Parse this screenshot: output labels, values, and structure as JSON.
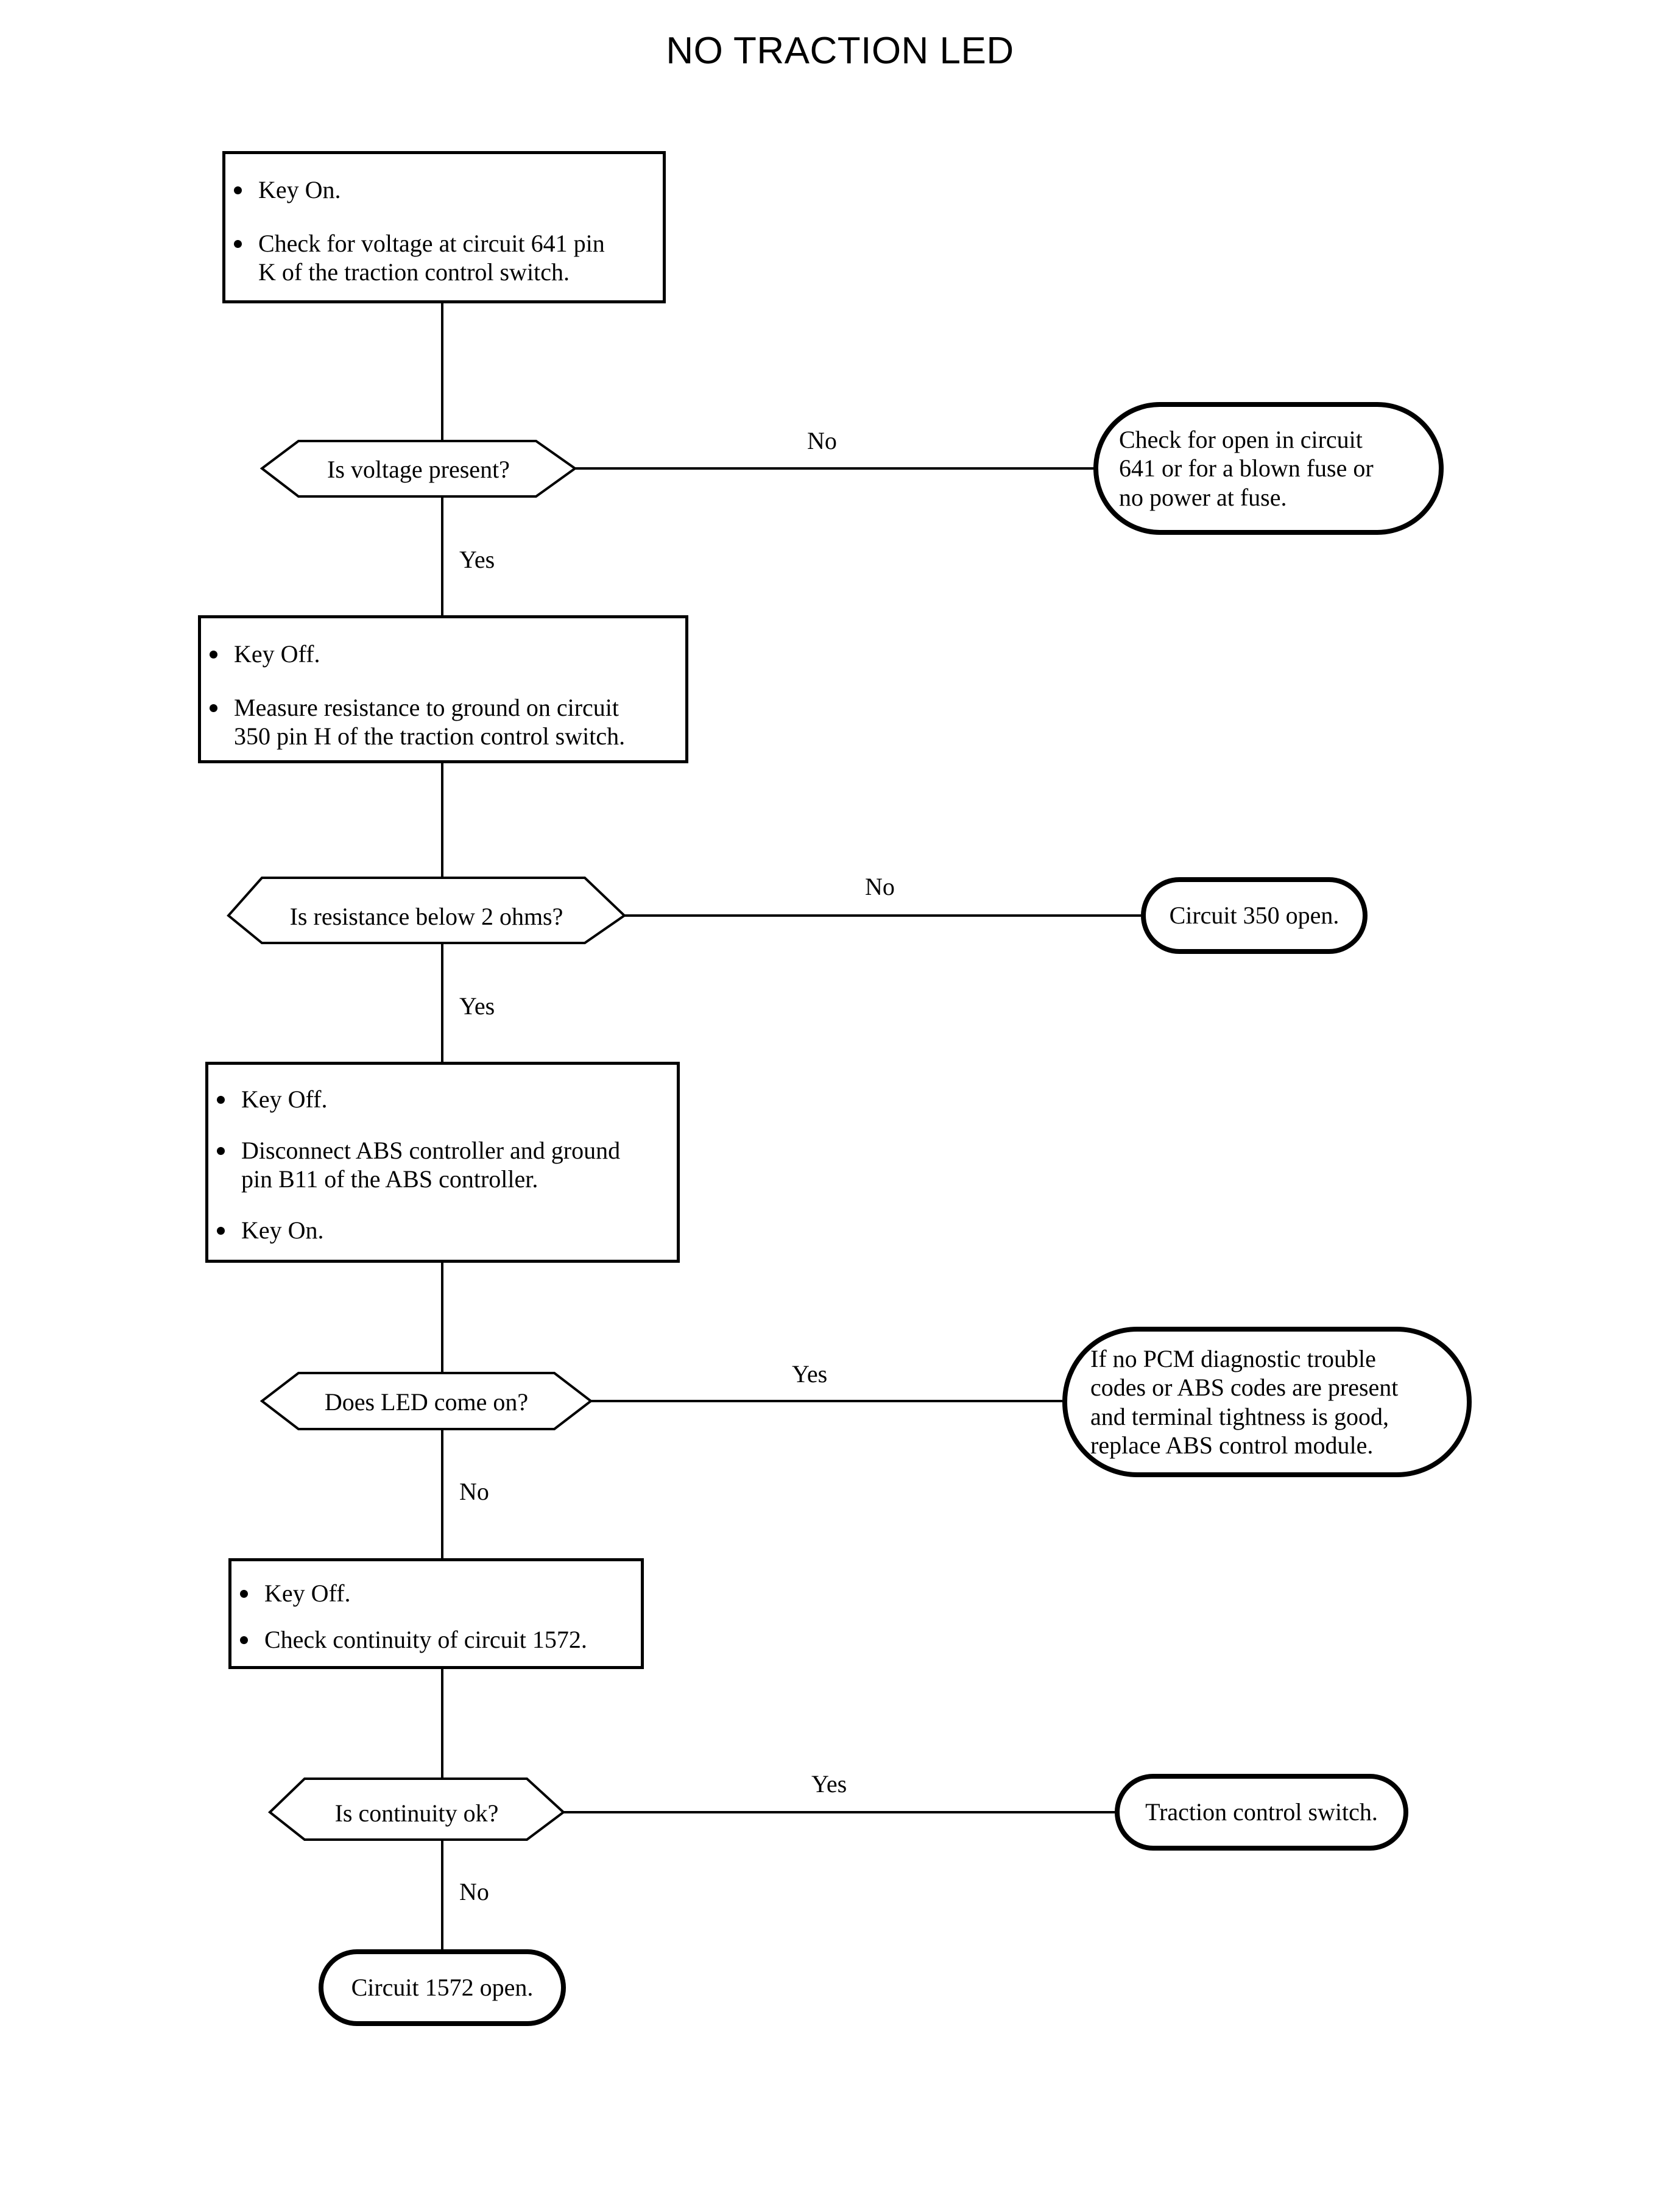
{
  "title": "NO TRACTION LED",
  "diagram": {
    "type": "flowchart",
    "orientation": "top-down",
    "nodes": [
      {
        "id": "step1",
        "shape": "process",
        "bullets": [
          "Key On.",
          "Check for voltage at circuit 641 pin\nK of the traction control switch."
        ]
      },
      {
        "id": "decision1",
        "shape": "decision-hexagon",
        "text": "Is voltage present?",
        "yes_label": "Yes",
        "no_label": "No"
      },
      {
        "id": "term1",
        "shape": "terminator",
        "text": "Check for open in circuit\n641 or for a blown fuse or\nno power at fuse."
      },
      {
        "id": "step2",
        "shape": "process",
        "bullets": [
          "Key Off.",
          "Measure resistance to ground on circuit\n350 pin H of the traction control switch."
        ]
      },
      {
        "id": "decision2",
        "shape": "decision-hexagon",
        "text": "Is resistance below 2 ohms?",
        "yes_label": "Yes",
        "no_label": "No"
      },
      {
        "id": "term2",
        "shape": "terminator",
        "text": "Circuit 350 open."
      },
      {
        "id": "step3",
        "shape": "process",
        "bullets": [
          "Key Off.",
          "Disconnect ABS controller and ground\npin B11 of the ABS controller.",
          "Key On."
        ]
      },
      {
        "id": "decision3",
        "shape": "decision-hexagon",
        "text": "Does LED come on?",
        "yes_label": "Yes",
        "no_label": "No"
      },
      {
        "id": "term3",
        "shape": "terminator",
        "text": "If no PCM diagnostic trouble\ncodes or ABS codes are present\nand terminal tightness is good,\nreplace ABS control module."
      },
      {
        "id": "step4",
        "shape": "process",
        "bullets": [
          "Key Off.",
          "Check continuity of circuit 1572."
        ]
      },
      {
        "id": "decision4",
        "shape": "decision-hexagon",
        "text": "Is continuity ok?",
        "yes_label": "Yes",
        "no_label": "No"
      },
      {
        "id": "term4",
        "shape": "terminator",
        "text": "Traction control switch."
      },
      {
        "id": "term5",
        "shape": "terminator",
        "text": "Circuit 1572 open."
      }
    ],
    "edges": [
      {
        "from": "step1",
        "to": "decision1",
        "label": ""
      },
      {
        "from": "decision1",
        "to": "term1",
        "label": "No"
      },
      {
        "from": "decision1",
        "to": "step2",
        "label": "Yes"
      },
      {
        "from": "step2",
        "to": "decision2",
        "label": ""
      },
      {
        "from": "decision2",
        "to": "term2",
        "label": "No"
      },
      {
        "from": "decision2",
        "to": "step3",
        "label": "Yes"
      },
      {
        "from": "step3",
        "to": "decision3",
        "label": ""
      },
      {
        "from": "decision3",
        "to": "term3",
        "label": "Yes"
      },
      {
        "from": "decision3",
        "to": "step4",
        "label": "No"
      },
      {
        "from": "step4",
        "to": "decision4",
        "label": ""
      },
      {
        "from": "decision4",
        "to": "term4",
        "label": "Yes"
      },
      {
        "from": "decision4",
        "to": "term5",
        "label": "No"
      }
    ],
    "colors": {
      "background": "#ffffff",
      "stroke": "#000000",
      "text": "#000000"
    }
  },
  "step1": {
    "b0": "Key On.",
    "b1": "Check for voltage at circuit 641 pin\nK of the traction control switch."
  },
  "decision1": {
    "text": "Is voltage present?",
    "no": "No",
    "yes": "Yes"
  },
  "term1": {
    "text": "Check for open in circuit\n641 or for a blown fuse or\nno power at fuse."
  },
  "step2": {
    "b0": "Key Off.",
    "b1": "Measure resistance to ground on circuit\n350 pin H of the traction control switch."
  },
  "decision2": {
    "text": "Is resistance below 2 ohms?",
    "no": "No",
    "yes": "Yes"
  },
  "term2": {
    "text": "Circuit 350 open."
  },
  "step3": {
    "b0": "Key Off.",
    "b1": "Disconnect ABS controller and ground\npin B11 of the ABS controller.",
    "b2": "Key On."
  },
  "decision3": {
    "text": "Does LED come on?",
    "yes": "Yes",
    "no": "No"
  },
  "term3": {
    "text": "If no PCM diagnostic trouble\ncodes or ABS codes are present\nand terminal tightness is good,\nreplace ABS control module."
  },
  "step4": {
    "b0": "Key Off.",
    "b1": "Check continuity of circuit 1572."
  },
  "decision4": {
    "text": "Is continuity ok?",
    "yes": "Yes",
    "no": "No"
  },
  "term4": {
    "text": "Traction control switch."
  },
  "term5": {
    "text": "Circuit 1572 open."
  }
}
